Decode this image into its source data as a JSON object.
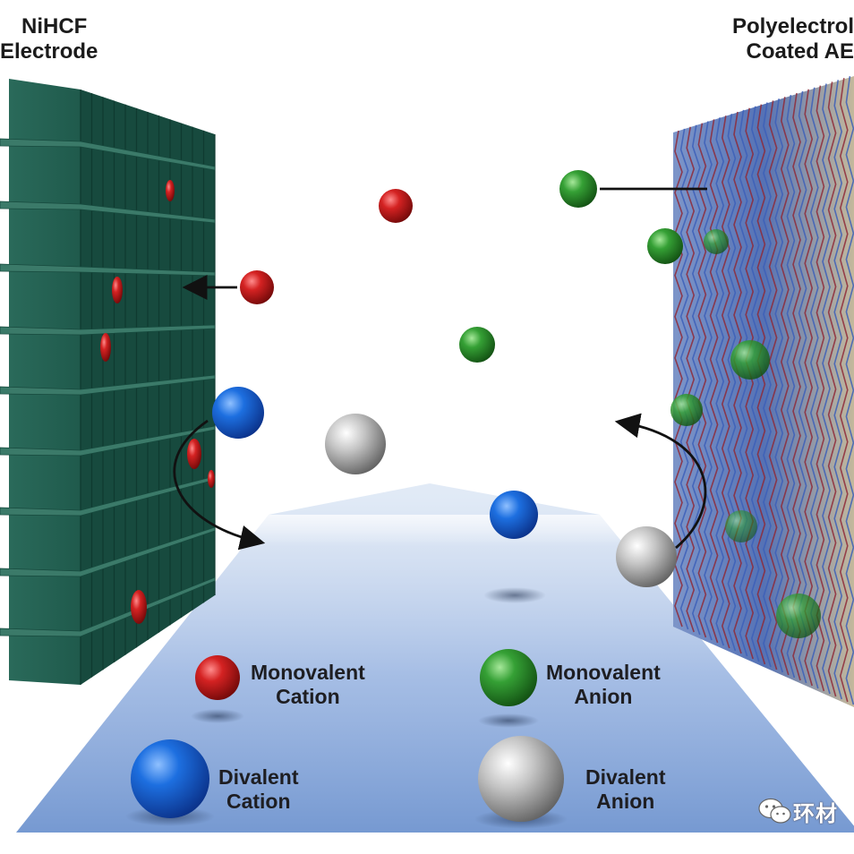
{
  "left_electrode": {
    "title_line1": "NiHCF",
    "title_line2": "Electrode"
  },
  "right_electrode": {
    "title_line1": "Polyelectrol",
    "title_line2": "Coated AE"
  },
  "legend": {
    "monovalent_cation": {
      "line1": "Monovalent",
      "line2": "Cation"
    },
    "monovalent_anion": {
      "line1": "Monovalent",
      "line2": "Anion"
    },
    "divalent_cation": {
      "line1": "Divalent",
      "line2": "Cation"
    },
    "divalent_anion": {
      "line1": "Divalent",
      "line2": "Anion"
    }
  },
  "watermark": {
    "text": "环材"
  },
  "colors": {
    "electrode_green": "#1f5a4c",
    "monovalent_cation": "#c21b1b",
    "divalent_cation": "#1663d6",
    "monovalent_anion": "#2f9a2f",
    "divalent_anion": "#b9b9b9",
    "flow": "#6f94cf"
  }
}
